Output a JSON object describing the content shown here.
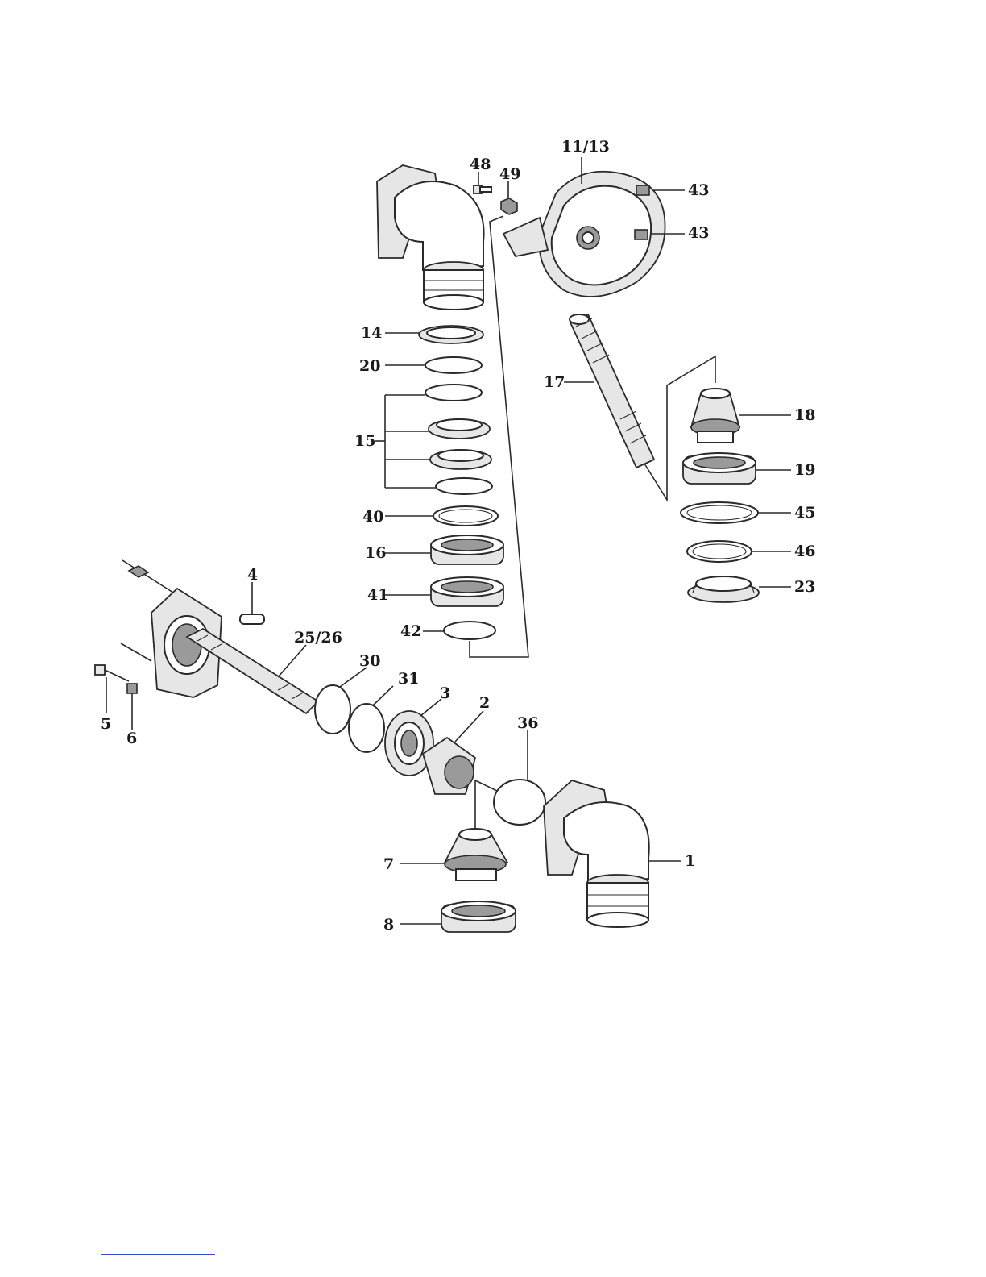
{
  "diagram": {
    "callouts": {
      "p1": "1",
      "p2": "2",
      "p3": "3",
      "p4": "4",
      "p5": "5",
      "p6": "6",
      "p7": "7",
      "p8": "8",
      "p11_13": "11/13",
      "p14": "14",
      "p15": "15",
      "p16": "16",
      "p17": "17",
      "p18": "18",
      "p19": "19",
      "p20": "20",
      "p23": "23",
      "p25_26": "25/26",
      "p30": "30",
      "p31": "31",
      "p36": "36",
      "p40": "40",
      "p41": "41",
      "p42": "42",
      "p43a": "43",
      "p43b": "43",
      "p45": "45",
      "p46": "46",
      "p48": "48",
      "p49": "49"
    }
  },
  "footer": {
    "link_color": "#3a4fd0"
  }
}
